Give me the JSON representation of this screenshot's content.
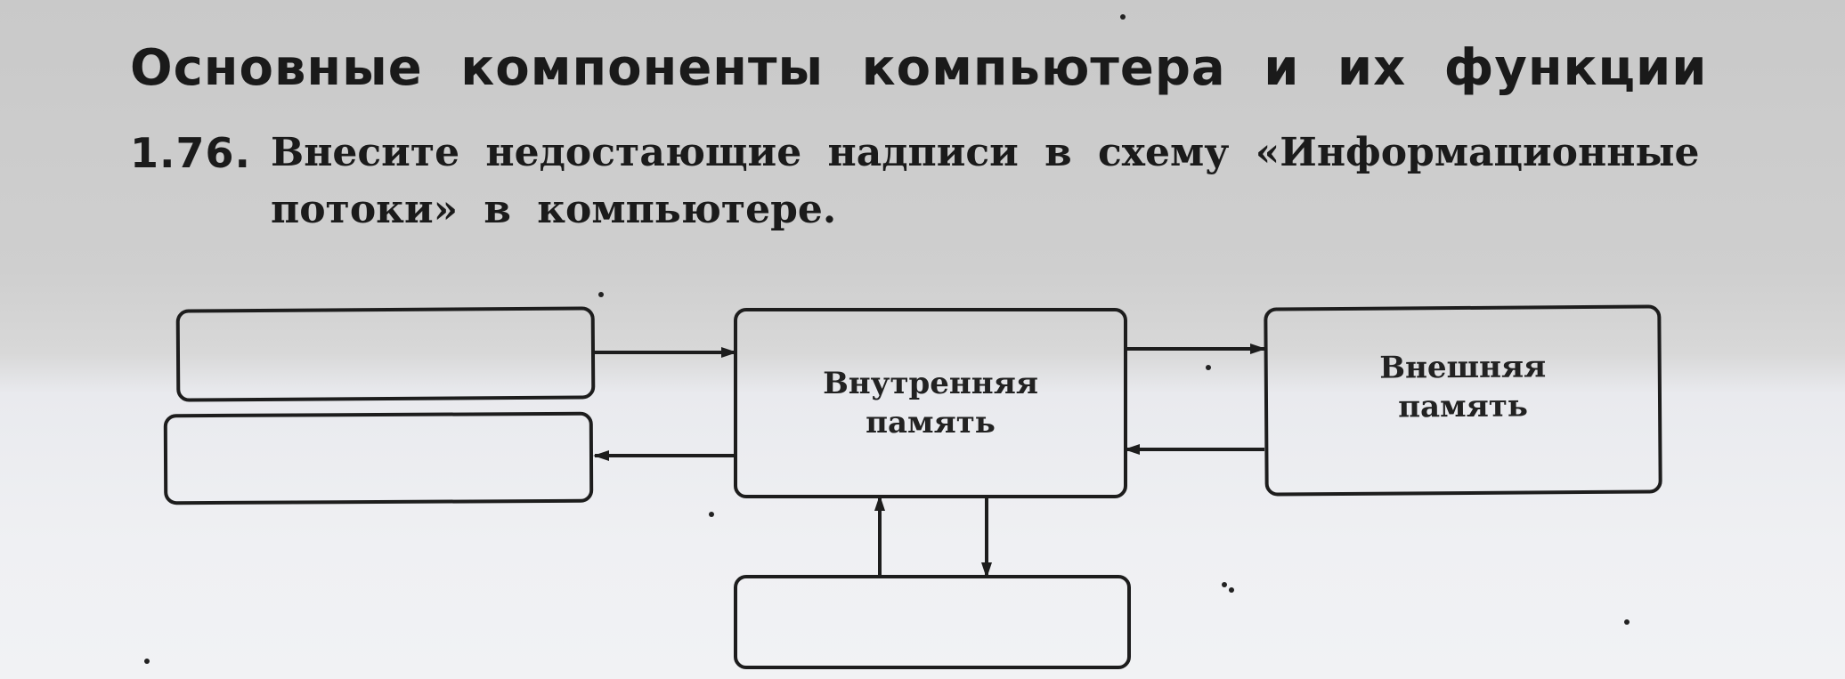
{
  "section_title": "Основные компоненты компьютера и их функции",
  "task": {
    "number": "1.76.",
    "line1": "Внесите недостающие надписи в схему «Информационные",
    "line2": "потоки» в компьютере."
  },
  "diagram": {
    "internal_memory": {
      "line1": "Внутренняя",
      "line2": "память"
    },
    "external_memory": {
      "line1": "Внешняя",
      "line2": "память"
    },
    "empty_boxes": [
      "",
      "",
      ""
    ]
  }
}
